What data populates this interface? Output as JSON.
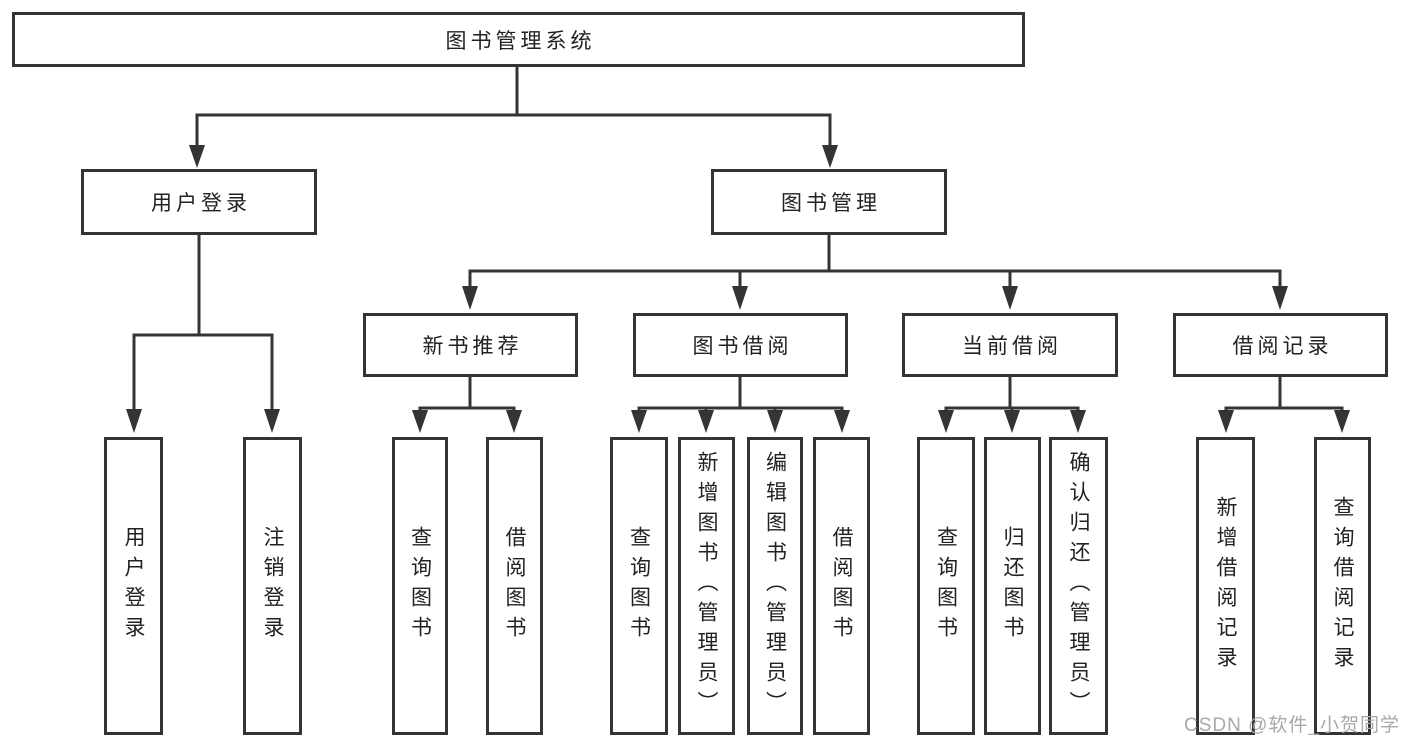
{
  "diagram": {
    "title": "图书管理系统",
    "watermark": "CSDN @软件_小贺同学",
    "colors": {
      "line": "#343434",
      "text": "#222222",
      "watermark": "#a9a9a9",
      "background": "#ffffff"
    },
    "nodes": {
      "root": "图书管理系统",
      "user_login": "用户登录",
      "book_mgmt": "图书管理",
      "new_book_rec": "新书推荐",
      "book_borrow": "图书借阅",
      "current_borrow": "当前借阅",
      "borrow_record": "借阅记录",
      "ul_login": "用户登录",
      "ul_logout": "注销登录",
      "nbr_query": "查询图书",
      "nbr_borrow": "借阅图书",
      "bb_query": "查询图书",
      "bb_add": "新增图书（管理员）",
      "bb_edit": "编辑图书（管理员）",
      "bb_borrow": "借阅图书",
      "cb_query": "查询图书",
      "cb_return": "归还图书",
      "cb_confirm": "确认归还（管理员）",
      "br_add": "新增借阅记录",
      "br_query": "查询借阅记录"
    },
    "hierarchy": {
      "root": [
        "user_login",
        "book_mgmt"
      ],
      "user_login": [
        "ul_login",
        "ul_logout"
      ],
      "book_mgmt": [
        "new_book_rec",
        "book_borrow",
        "current_borrow",
        "borrow_record"
      ],
      "new_book_rec": [
        "nbr_query",
        "nbr_borrow"
      ],
      "book_borrow": [
        "bb_query",
        "bb_add",
        "bb_edit",
        "bb_borrow"
      ],
      "current_borrow": [
        "cb_query",
        "cb_return",
        "cb_confirm"
      ],
      "borrow_record": [
        "br_add",
        "br_query"
      ]
    }
  }
}
